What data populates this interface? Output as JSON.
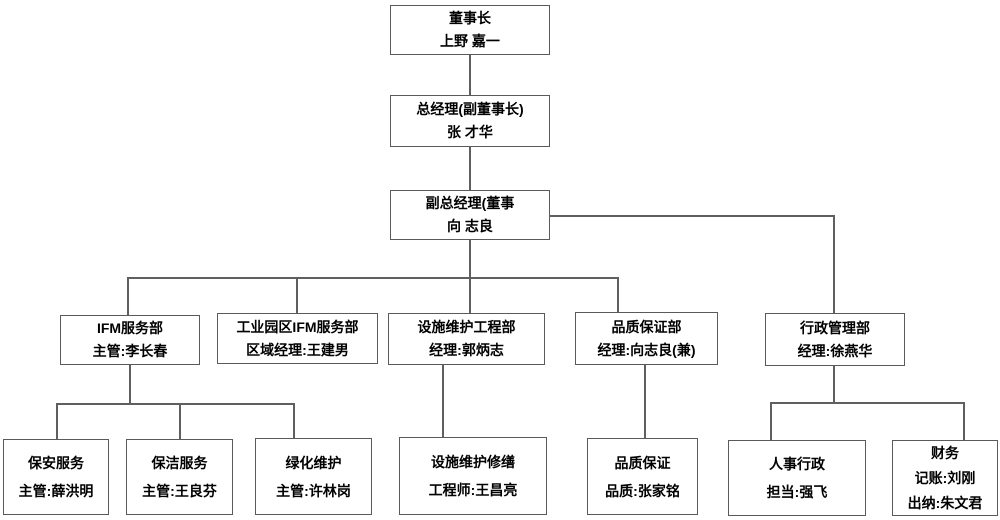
{
  "org": {
    "nodes": {
      "chairman": {
        "lines": [
          "董事长",
          "上野 嘉一"
        ]
      },
      "gm": {
        "lines": [
          "总经理(副董事长)",
          "张 才华"
        ]
      },
      "dgm": {
        "lines": [
          "副总经理(董事",
          "向 志良"
        ]
      },
      "ifm": {
        "lines": [
          "IFM服务部",
          "主管:李长春"
        ]
      },
      "park_ifm": {
        "lines": [
          "工业园区IFM服务部",
          "区域经理:王建男"
        ]
      },
      "facility_eng": {
        "lines": [
          "设施维护工程部",
          "经理:郭炳志"
        ]
      },
      "quality_dept": {
        "lines": [
          "品质保证部",
          "经理:向志良(兼)"
        ]
      },
      "admin_dept": {
        "lines": [
          "行政管理部",
          "经理:徐燕华"
        ]
      },
      "security": {
        "lines": [
          "保安服务",
          "主管:薛洪明"
        ]
      },
      "cleaning": {
        "lines": [
          "保洁服务",
          "主管:王良芬"
        ]
      },
      "greening": {
        "lines": [
          "绿化维护",
          "主管:许林岗"
        ]
      },
      "repair": {
        "lines": [
          "设施维护修缮",
          "工程师:王昌亮"
        ]
      },
      "quality": {
        "lines": [
          "品质保证",
          "品质:张家铭"
        ]
      },
      "hr_admin": {
        "lines": [
          "人事行政",
          "担当:强飞"
        ]
      },
      "finance": {
        "lines": [
          "财务",
          "记账:刘刚",
          "出纳:朱文君"
        ]
      }
    },
    "colors": {
      "line": "#5f5f5f",
      "border": "#5a5a5a",
      "text": "#000000",
      "background": "#ffffff"
    }
  }
}
